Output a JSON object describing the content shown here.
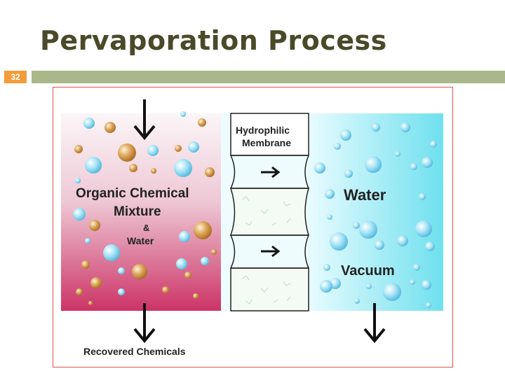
{
  "slide": {
    "title": "Pervaporation Process",
    "number": "32"
  },
  "diagram": {
    "left_chamber": {
      "label_line1": "Organic Chemical",
      "label_line2": "Mixture",
      "label_amp": "&",
      "label_water": "Water"
    },
    "membrane": {
      "label_line1": "Hydrophilic",
      "label_line2": "Membrane"
    },
    "right_chamber": {
      "label_water": "Water",
      "label_vacuum": "Vacuum"
    },
    "output_label": "Recovered Chemicals"
  },
  "colors": {
    "title": "#4a4a2a",
    "slide_number_bg": "#f39c3c",
    "title_bar": "#a9b88a",
    "frame_border": "#e05050",
    "left_chamber_top": "#f8f0f3",
    "left_chamber_bottom": "#cc3366",
    "right_chamber_left": "#e8fbff",
    "right_chamber_right": "#6fe0ee",
    "bubble_gold": "#d9a050",
    "bubble_blue": "#8fd8f0"
  }
}
